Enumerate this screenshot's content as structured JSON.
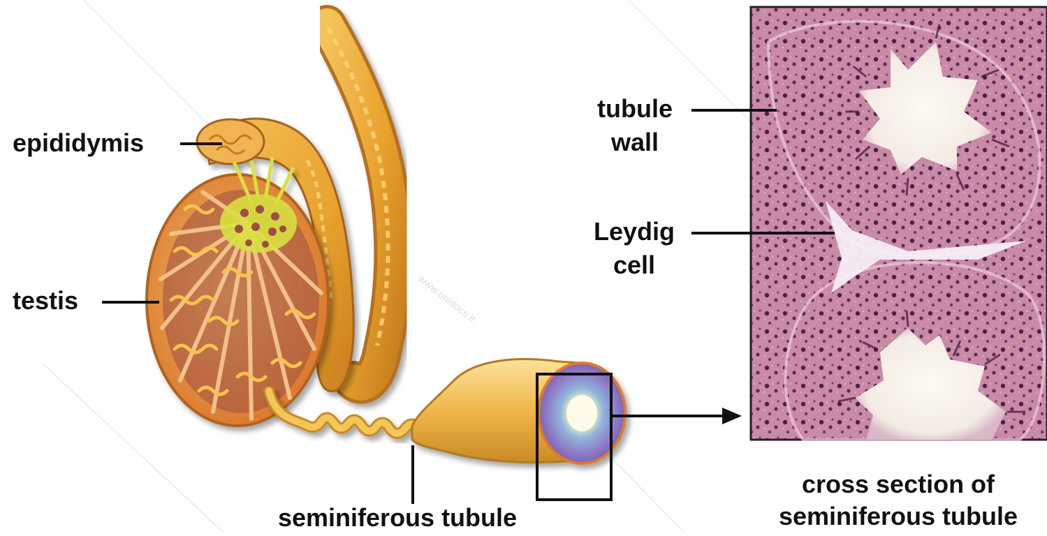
{
  "labels": {
    "epididymis": "epididymis",
    "testis": "testis",
    "seminiferous_tubule": "seminiferous tubule",
    "tubule_wall_line1": "tubule",
    "tubule_wall_line2": "wall",
    "leydig_line1": "Leydig",
    "leydig_line2": "cell",
    "caption_line1": "cross section of",
    "caption_line2": "seminiferous tubule"
  },
  "watermark": "www.unidocs.it",
  "colors": {
    "tubule_orange": "#e8a12c",
    "testis_outer": "#e58b3a",
    "rete_yellow": "#d8e040",
    "tissue_pink": "#c97a9a",
    "nuclei_purple": "#4a1f4a",
    "lumen_white": "#fbf7f2"
  }
}
